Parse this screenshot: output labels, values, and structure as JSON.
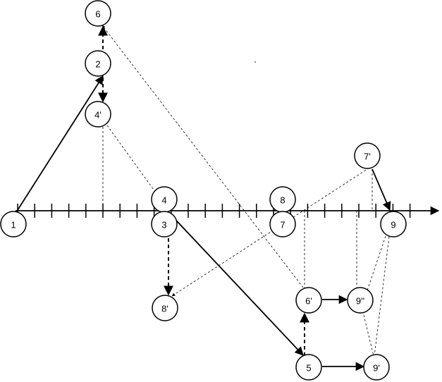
{
  "diagram": {
    "nodes": [
      {
        "id": "n1",
        "label": "1"
      },
      {
        "id": "n2",
        "label": "2"
      },
      {
        "id": "n6",
        "label": "6"
      },
      {
        "id": "n4p",
        "label": "4'"
      },
      {
        "id": "n4",
        "label": "4"
      },
      {
        "id": "n3",
        "label": "3"
      },
      {
        "id": "n8p",
        "label": "8'"
      },
      {
        "id": "n8",
        "label": "8"
      },
      {
        "id": "n7",
        "label": "7"
      },
      {
        "id": "n7p",
        "label": "7'"
      },
      {
        "id": "n9",
        "label": "9"
      },
      {
        "id": "n6p",
        "label": "6'"
      },
      {
        "id": "n9pp",
        "label": "9''"
      },
      {
        "id": "n5",
        "label": "5"
      },
      {
        "id": "n9p",
        "label": "9'"
      }
    ]
  },
  "colors": {
    "stroke": "#000000",
    "background": "#ffffff"
  }
}
